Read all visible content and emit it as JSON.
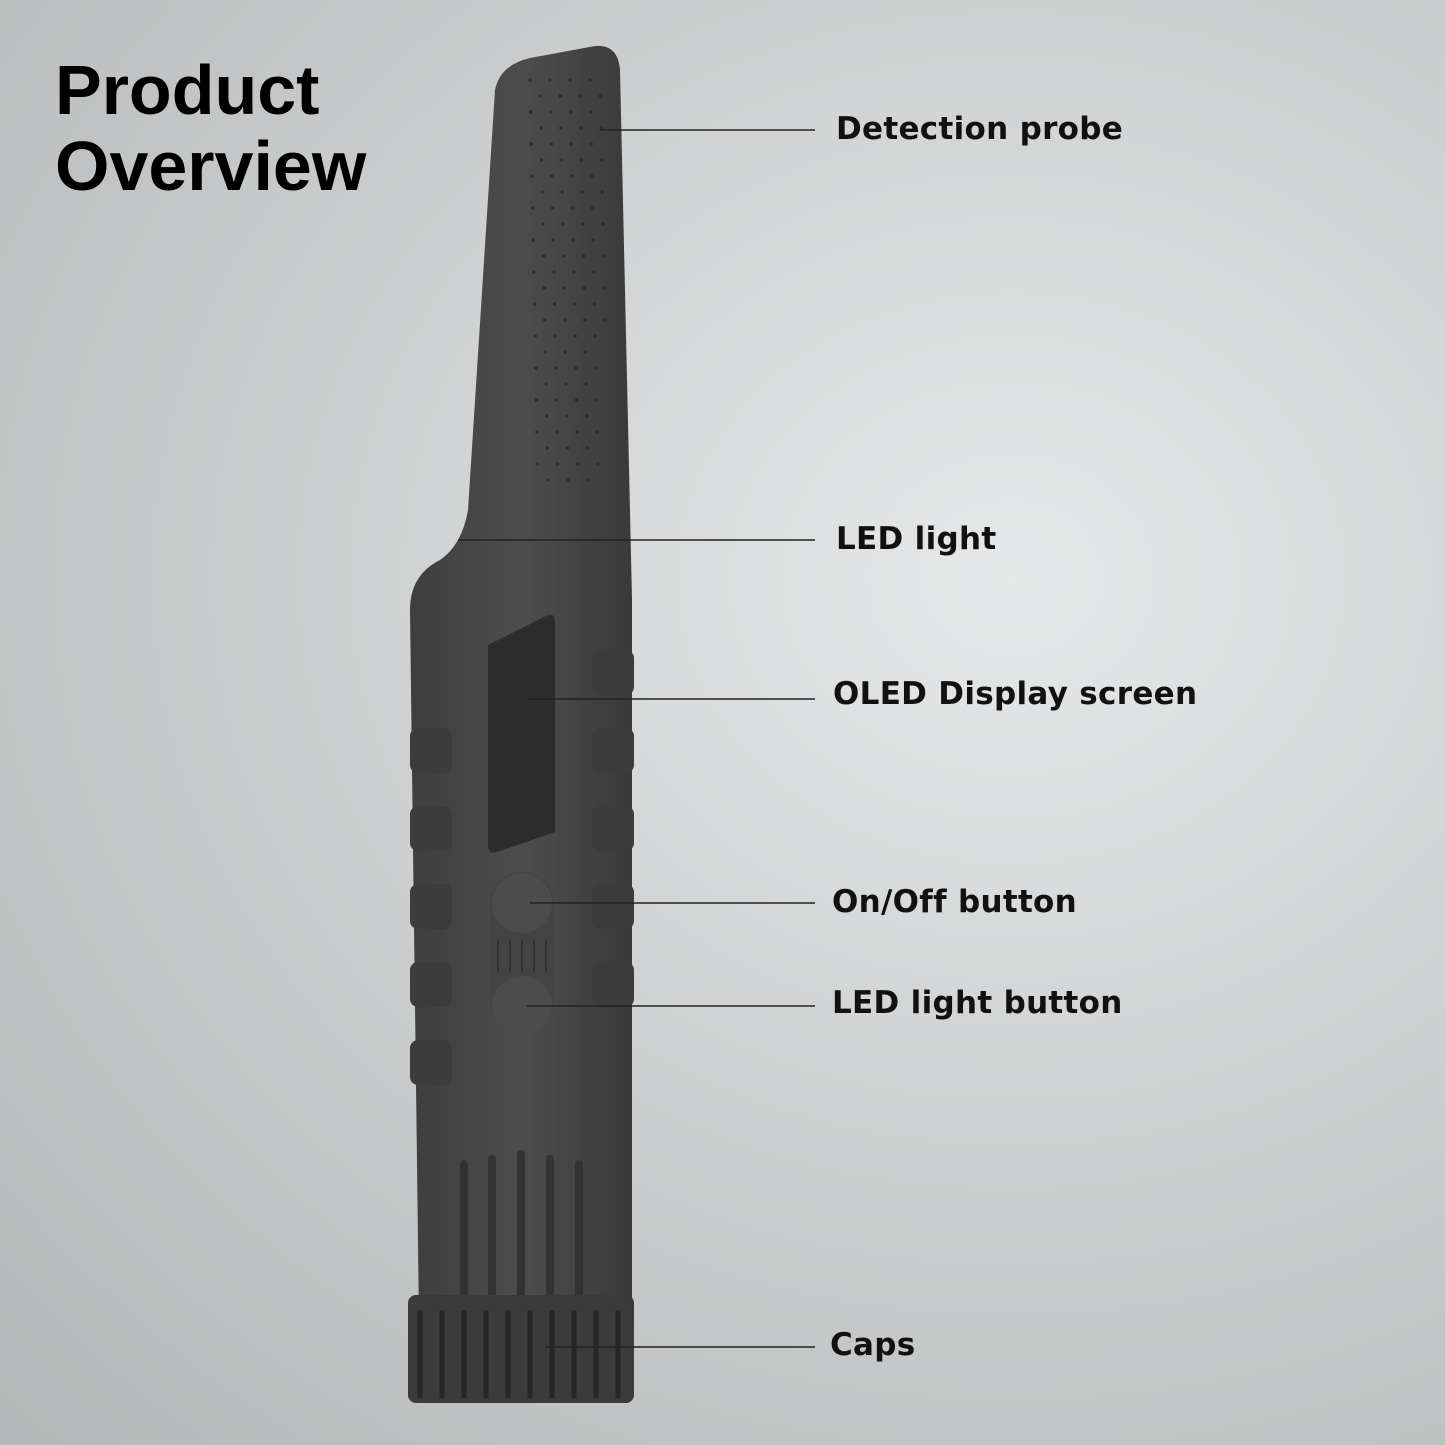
{
  "title": {
    "line1": "Product",
    "line2": "Overview"
  },
  "labels": {
    "detection_probe": "Detection probe",
    "led_light": "LED light",
    "oled_display": "OLED Display screen",
    "on_off_button": "On/Off button",
    "led_light_button": "LED light button",
    "caps": "Caps"
  },
  "colors": {
    "body": "#4a4a4a",
    "screen": "#2c2c2c",
    "text": "#111111"
  }
}
